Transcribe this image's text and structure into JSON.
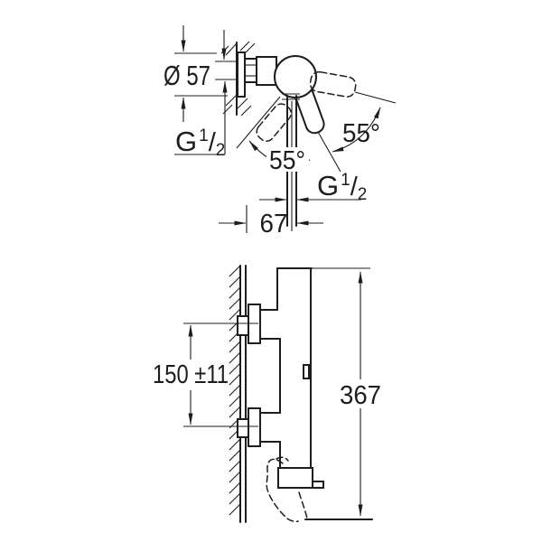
{
  "drawing": {
    "background": "#ffffff",
    "line_color": "#1d1d1b",
    "top_view": {
      "diameter_label": "Ø 57",
      "inlet_thread": {
        "letter": "G",
        "numerator": "1",
        "slash": "/",
        "denominator": "2"
      },
      "swing_angle_left": "55°",
      "swing_angle_right": "55°",
      "outlet_thread": {
        "letter": "G",
        "numerator": "1",
        "slash": "/",
        "denominator": "2"
      },
      "wall_to_outlet_distance": "67"
    },
    "side_view": {
      "connection_distance": "150 ±11",
      "overall_height": "367"
    }
  }
}
